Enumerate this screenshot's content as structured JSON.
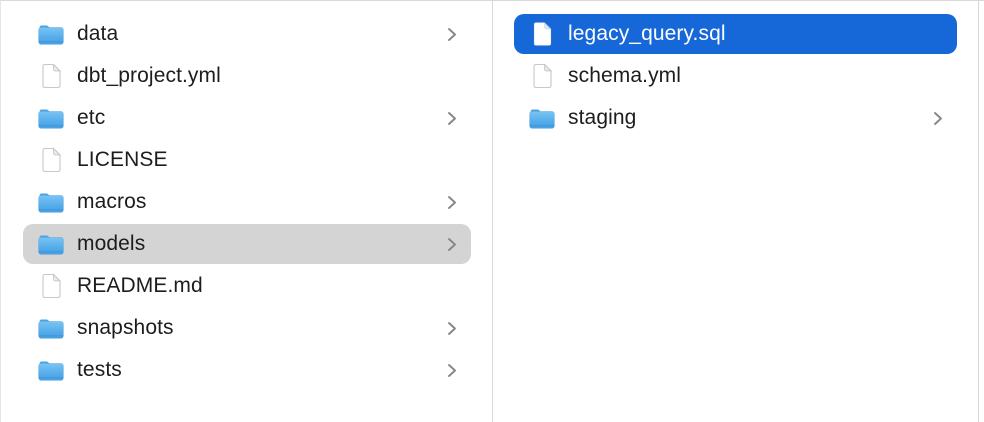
{
  "window": {
    "app": "Finder",
    "view": "column-view"
  },
  "colors": {
    "selection_blue": "#1667d8",
    "selection_gray": "#d4d4d4",
    "divider": "#d7d7d7",
    "text": "#1d1d1f",
    "selected_text": "#ffffff",
    "chevron": "#868686",
    "folder_blue": "#55ace9"
  },
  "columns": [
    {
      "name": "left",
      "items": [
        {
          "label": "data",
          "icon": "folder-icon",
          "type": "folder",
          "has_chevron": true,
          "selected": false,
          "selection_style": ""
        },
        {
          "label": "dbt_project.yml",
          "icon": "file-icon",
          "type": "file",
          "has_chevron": false,
          "selected": false,
          "selection_style": ""
        },
        {
          "label": "etc",
          "icon": "folder-icon",
          "type": "folder",
          "has_chevron": true,
          "selected": false,
          "selection_style": ""
        },
        {
          "label": "LICENSE",
          "icon": "file-icon",
          "type": "file",
          "has_chevron": false,
          "selected": false,
          "selection_style": ""
        },
        {
          "label": "macros",
          "icon": "folder-icon",
          "type": "folder",
          "has_chevron": true,
          "selected": false,
          "selection_style": ""
        },
        {
          "label": "models",
          "icon": "folder-icon",
          "type": "folder",
          "has_chevron": true,
          "selected": true,
          "selection_style": "inactive-gray"
        },
        {
          "label": "README.md",
          "icon": "file-icon",
          "type": "file",
          "has_chevron": false,
          "selected": false,
          "selection_style": ""
        },
        {
          "label": "snapshots",
          "icon": "folder-icon",
          "type": "folder",
          "has_chevron": true,
          "selected": false,
          "selection_style": ""
        },
        {
          "label": "tests",
          "icon": "folder-icon",
          "type": "folder",
          "has_chevron": true,
          "selected": false,
          "selection_style": ""
        }
      ]
    },
    {
      "name": "right",
      "items": [
        {
          "label": "legacy_query.sql",
          "icon": "file-icon",
          "type": "file",
          "has_chevron": false,
          "selected": true,
          "selection_style": "active-blue"
        },
        {
          "label": "schema.yml",
          "icon": "file-icon",
          "type": "file",
          "has_chevron": false,
          "selected": false,
          "selection_style": ""
        },
        {
          "label": "staging",
          "icon": "folder-icon",
          "type": "folder",
          "has_chevron": true,
          "selected": false,
          "selection_style": ""
        }
      ]
    }
  ]
}
